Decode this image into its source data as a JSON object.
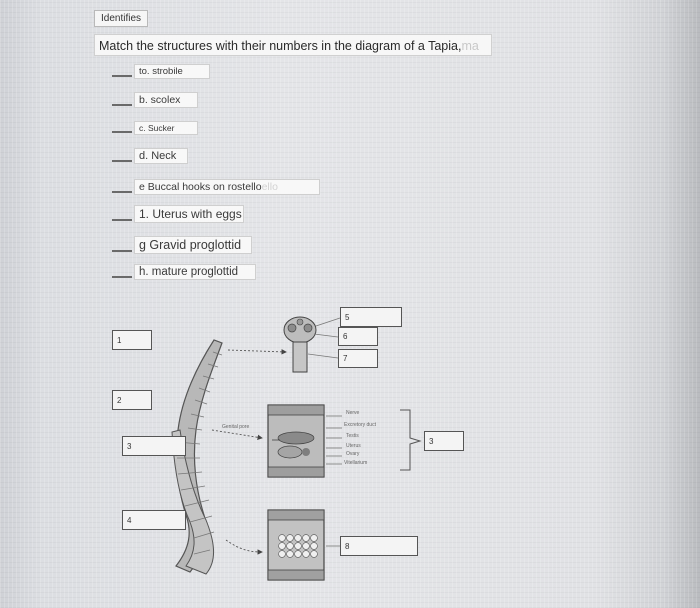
{
  "tag": {
    "label": "Identifies"
  },
  "question": {
    "text": "Match the structures with their numbers in the diagram of a Tapia,",
    "ghost": "ma"
  },
  "choices": [
    {
      "text": "to. strobile",
      "ghost": ""
    },
    {
      "text": "b. scolex",
      "ghost": ""
    },
    {
      "text": "c. Sucker",
      "ghost": ""
    },
    {
      "text": "d. Neck",
      "ghost": ""
    },
    {
      "text": "e Buccal hooks on rostello",
      "ghost": "ello"
    },
    {
      "text": "1. Uterus with eggs",
      "ghost": ""
    },
    {
      "text": "g Gravid proglottid",
      "ghost": ""
    },
    {
      "text": "h. mature proglottid",
      "ghost": ""
    }
  ],
  "diagram": {
    "boxes": [
      "1",
      "2",
      "3",
      "4",
      "5",
      "6",
      "7",
      "3",
      "8"
    ],
    "labels": {
      "genital_pore": "Genital pore",
      "nerve": "Nerve",
      "excretory_duct": "Excretory duct",
      "testis": "Testis",
      "uterus": "Uterus",
      "ovary": "Ovary",
      "vitellarium": "Vitellarium"
    }
  }
}
